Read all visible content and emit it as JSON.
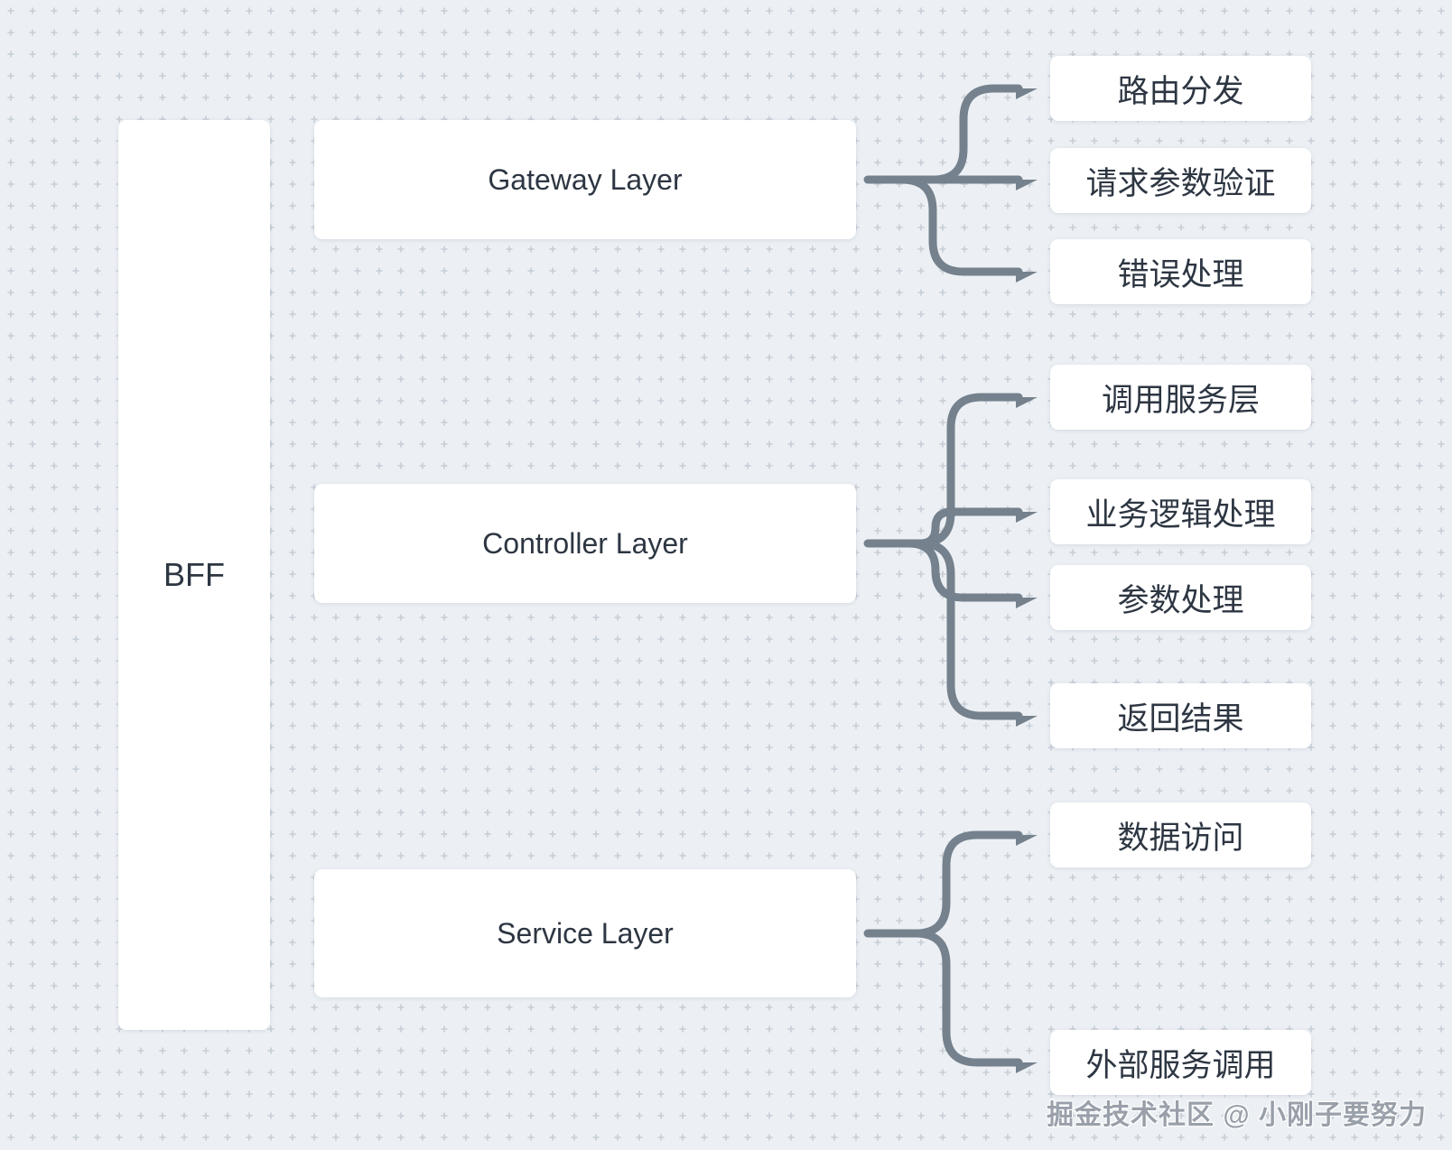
{
  "diagram": {
    "root": {
      "label": "BFF"
    },
    "layers": [
      {
        "label": "Gateway Layer",
        "children": [
          {
            "label": "路由分发"
          },
          {
            "label": "请求参数验证"
          },
          {
            "label": "错误处理"
          }
        ]
      },
      {
        "label": "Controller Layer",
        "children": [
          {
            "label": "调用服务层"
          },
          {
            "label": "业务逻辑处理"
          },
          {
            "label": "参数处理"
          },
          {
            "label": "返回结果"
          }
        ]
      },
      {
        "label": "Service Layer",
        "children": [
          {
            "label": "数据访问"
          },
          {
            "label": "外部服务调用"
          }
        ]
      }
    ]
  },
  "watermark": {
    "text": "掘金技术社区 @ 小刚子要努力"
  },
  "colors": {
    "background": "#ecf0f4",
    "grid_dot": "#c7cdd6",
    "node_fill": "#ffffff",
    "text": "#2d3642",
    "arrow": "#75818d"
  }
}
